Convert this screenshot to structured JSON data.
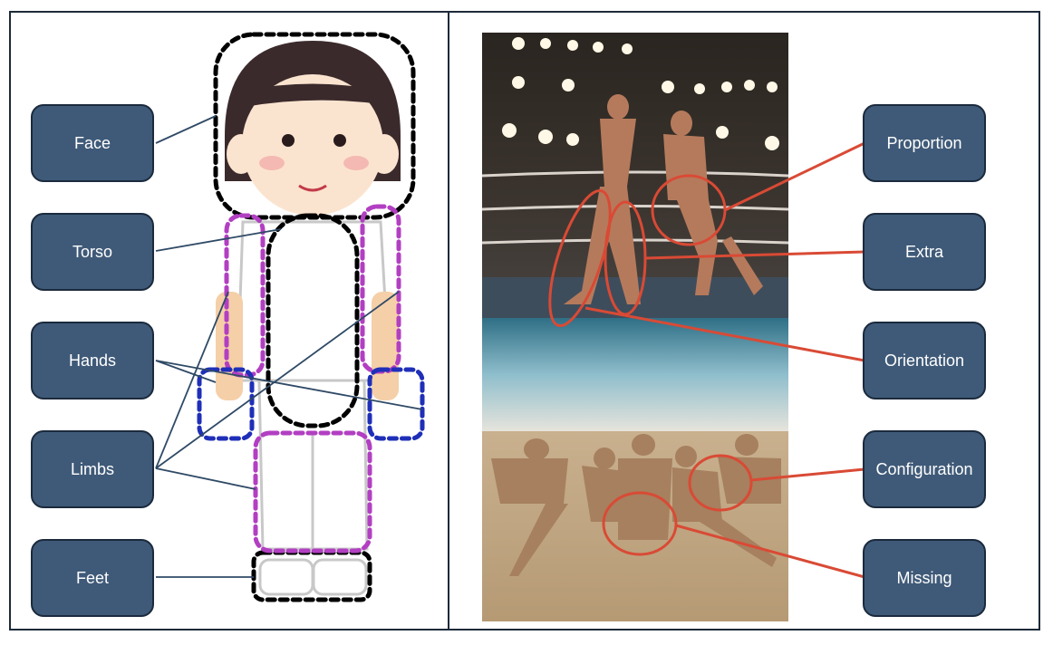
{
  "left_labels": [
    "Face",
    "Torso",
    "Hands",
    "Limbs",
    "Feet"
  ],
  "right_labels": [
    "Proportion",
    "Extra",
    "Orientation",
    "Configuration",
    "Missing"
  ],
  "colors": {
    "label_fill": "#3f5a78",
    "label_border": "#1b2a3d",
    "left_connector": "#2f4a66",
    "right_connector": "#d94a35",
    "face_outline": "#000000",
    "limb_outline": "#b23fc2",
    "hand_outline": "#1f2fb8",
    "highlight_circle": "#d94a35"
  },
  "icons": [
    "cartoon-person-illustration",
    "wrestling-ring-photo",
    "beach-bodies-photo"
  ]
}
